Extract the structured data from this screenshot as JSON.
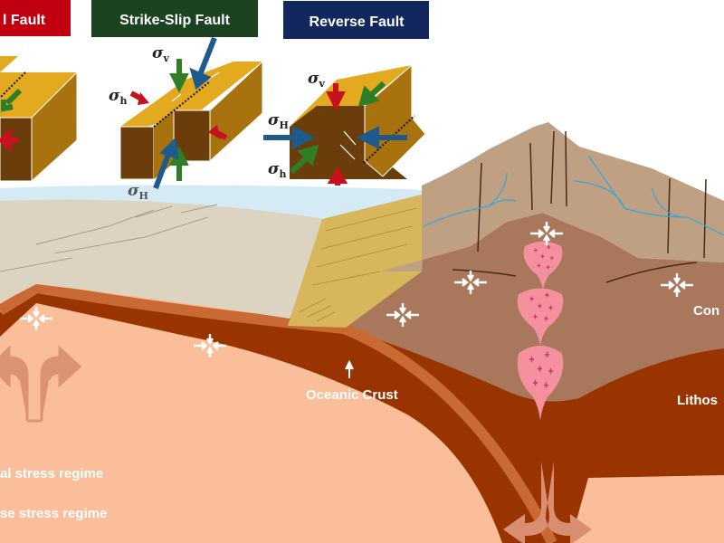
{
  "fault_labels": {
    "normal": "l Fault",
    "strike_slip": "Strike-Slip Fault",
    "reverse": "Reverse Fault"
  },
  "stress_symbols": {
    "sigma": "σ",
    "v": "v",
    "h": "h",
    "H": "H"
  },
  "layer_labels": {
    "oceanic_crust": "Oceanic Crust",
    "continental": "Con",
    "lithosphere": "Lithos"
  },
  "legend": {
    "regime_1": "al stress regime",
    "regime_2": "se stress regime"
  },
  "colors": {
    "normal_box": "#c00010",
    "strike_box": "#1b4221",
    "reverse_box": "#13275f",
    "block_top": "#e3a91f",
    "block_side": "#a8730f",
    "block_front": "#6b3d0a",
    "arrow_red": "#c8101e",
    "arrow_green": "#2f7d26",
    "arrow_blue": "#1f5a8c",
    "water": "#d4eaf5",
    "sediment": "#dcd3c0",
    "wedge": "#d8b65c",
    "mountain": "#bfa083",
    "continental_crust": "#a8775c",
    "oceanic_crust": "#c96a35",
    "lithosphere": "#993300",
    "mantle": "#fbbe9a",
    "magma": "#f5909f",
    "flow_arrow": "#d98e72"
  }
}
